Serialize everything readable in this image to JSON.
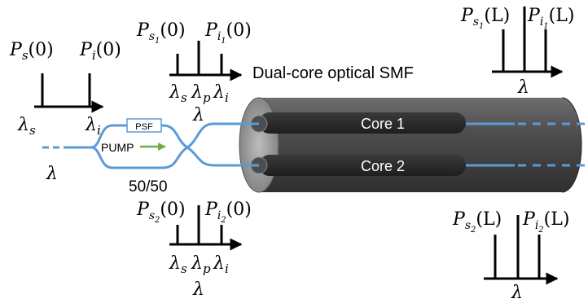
{
  "labels": {
    "fiber_title": "Dual-core optical SMF",
    "core1": "Core 1",
    "core2": "Core 2",
    "psf": "PSF",
    "pump": "PUMP",
    "coupler_ratio": "50/50",
    "lambda": "λ"
  },
  "spectra": {
    "input": {
      "p1": "P",
      "p1_sub": "s",
      "p1_arg": "(0)",
      "p2": "P",
      "p2_sub": "i",
      "p2_arg": "(0)",
      "x1": "λ",
      "x1_sub": "s",
      "x2": "λ",
      "x2_sub": "i"
    },
    "core1_in": {
      "p1": "P",
      "p1_sub": "s",
      "p1_sub2": "1",
      "p1_arg": "(0)",
      "p2": "P",
      "p2_sub": "i",
      "p2_sub2": "1",
      "p2_arg": "(0)",
      "xs": "λ",
      "xs_sub": "s",
      "xp": "λ",
      "xp_sub": "p",
      "xi": "λ",
      "xi_sub": "i",
      "axis": "λ"
    },
    "core2_in": {
      "p1": "P",
      "p1_sub": "s",
      "p1_sub2": "2",
      "p1_arg": "(0)",
      "p2": "P",
      "p2_sub": "i",
      "p2_sub2": "2",
      "p2_arg": "(0)",
      "xs": "λ",
      "xs_sub": "s",
      "xp": "λ",
      "xp_sub": "p",
      "xi": "λ",
      "xi_sub": "i",
      "axis": "λ"
    },
    "core1_out": {
      "p1": "P",
      "p1_sub": "s",
      "p1_sub2": "1",
      "p1_arg": "(L)",
      "p2": "P",
      "p2_sub": "i",
      "p2_sub2": "1",
      "p2_arg": "(L)",
      "axis": "λ"
    },
    "core2_out": {
      "p1": "P",
      "p1_sub": "s",
      "p1_sub2": "2",
      "p1_arg": "(L)",
      "p2": "P",
      "p2_sub": "i",
      "p2_sub2": "2",
      "p2_arg": "(L)",
      "axis": "λ"
    }
  },
  "colors": {
    "fiber_line": "#5b9bd5",
    "pump_arrow": "#70ad47",
    "cylinder_body": "#4a4a4a",
    "core_channel": "#2a2a2a"
  }
}
